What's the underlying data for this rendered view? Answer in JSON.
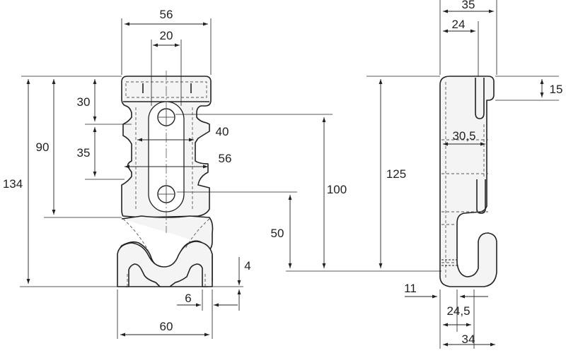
{
  "dimensions": {
    "front": {
      "top_width": "56",
      "hole_spacing_width": "20",
      "upper_height": "30",
      "mid_height": "35",
      "body_height": "90",
      "total_height": "134",
      "neck_width": "40",
      "body_width": "56",
      "foot_height": "4",
      "foot_gap": "6",
      "base_width": "60"
    },
    "side": {
      "total_width": "35",
      "slot_offset": "24",
      "top_step": "15",
      "inner_width": "30,5",
      "height_to_hook": "125",
      "hole_to_base": "100",
      "lower_hole_height": "50",
      "back_thickness": "11",
      "hook_opening": "24,5",
      "hook_width": "34"
    }
  }
}
